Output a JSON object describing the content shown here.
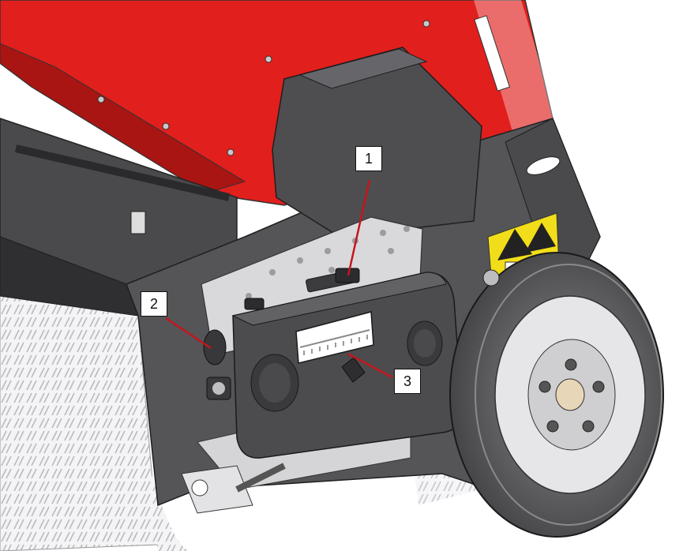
{
  "callouts": [
    {
      "id": "1",
      "label": "1"
    },
    {
      "id": "2",
      "label": "2"
    },
    {
      "id": "3",
      "label": "3"
    }
  ],
  "colors": {
    "hopper_red": "#e11f1c",
    "frame_dark": "#4a4a4c",
    "frame_mid": "#5e5e60",
    "plate_silver": "#d9d9db",
    "tire": "#6a6a6c",
    "warning_yellow": "#f2dd1a",
    "leader_red": "#c4161c",
    "brush_white": "#f2f2f4"
  }
}
